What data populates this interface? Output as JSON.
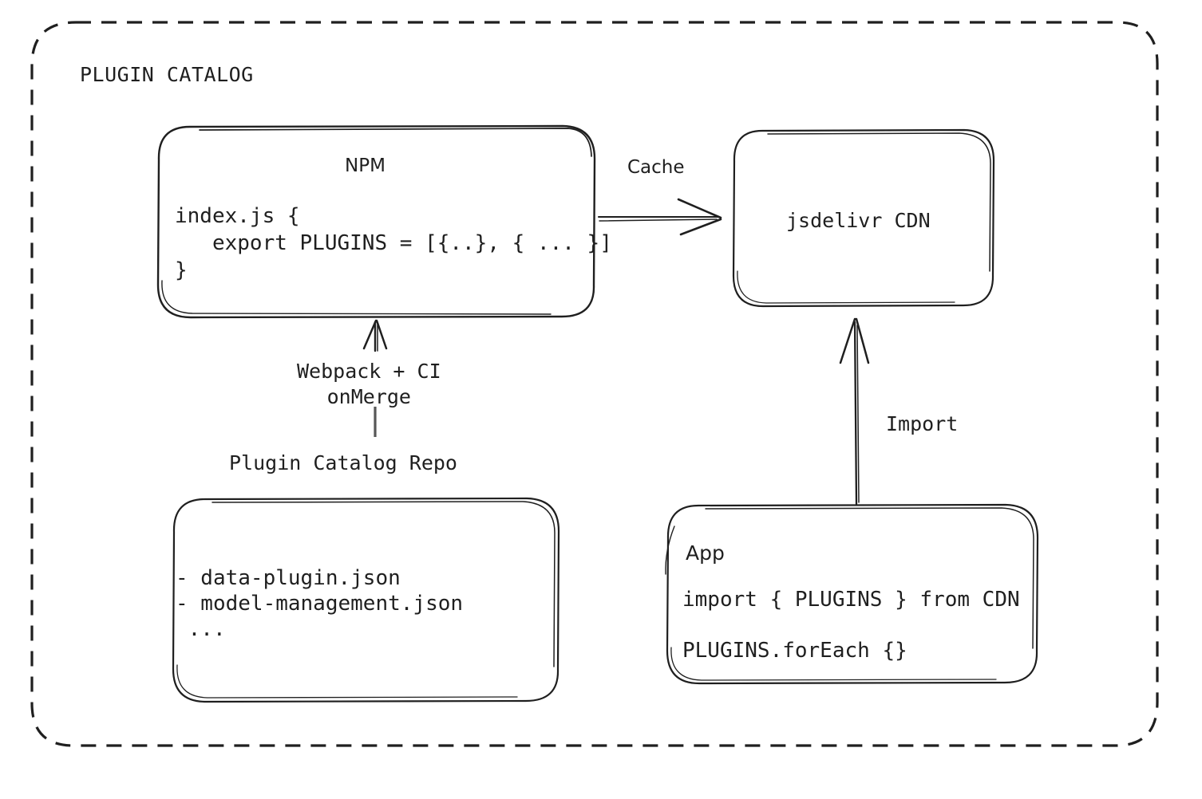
{
  "container": {
    "title": "PLUGIN CATALOG",
    "border_style": "dashed",
    "stroke_color": "#1f1f1f"
  },
  "nodes": {
    "npm": {
      "title": "NPM",
      "code_line_1": "index.js {",
      "code_line_2": "   export PLUGINS = [{..}, { ... }]",
      "code_line_3": "}"
    },
    "cdn": {
      "title": "jsdelivr CDN"
    },
    "repo": {
      "title": "Plugin Catalog Repo",
      "items": [
        "- data-plugin.json",
        "- model-management.json",
        " ..."
      ]
    },
    "app": {
      "title": "App",
      "code_line_1": "import { PLUGINS } from CDN",
      "code_line_2": "PLUGINS.forEach {}"
    }
  },
  "edges": {
    "cache": {
      "label": "Cache",
      "from": "npm",
      "to": "cdn",
      "direction": "right"
    },
    "webpack": {
      "label_line_1": "Webpack + CI",
      "label_line_2": "onMerge",
      "from": "repo",
      "to": "npm",
      "direction": "up"
    },
    "import": {
      "label": "Import",
      "from": "app",
      "to": "cdn",
      "direction": "up"
    }
  }
}
